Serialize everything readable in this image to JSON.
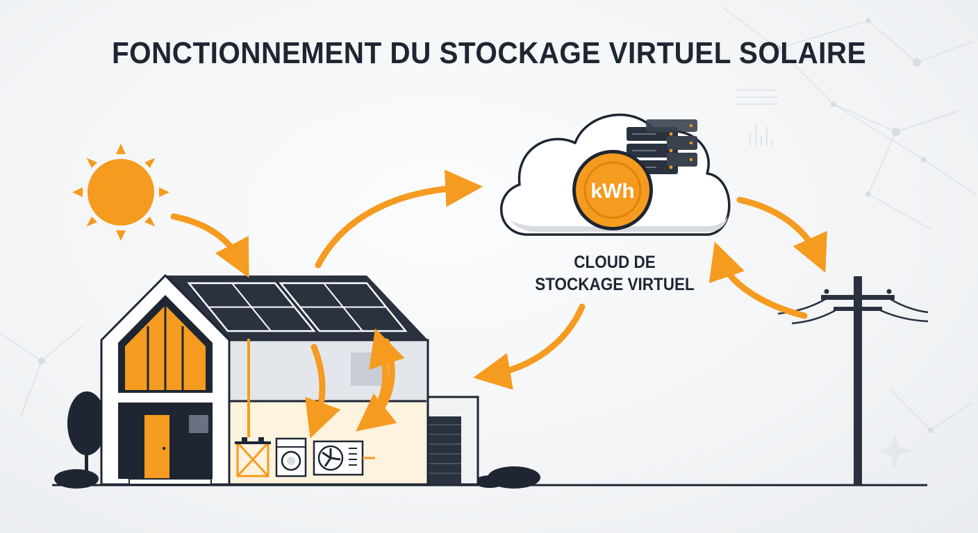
{
  "title": "FONCTIONNEMENT DU STOCKAGE VIRTUEL SOLAIRE",
  "cloud": {
    "label_line1": "CLOUD DE",
    "label_line2": "STOCKAGE VIRTUEL",
    "coin_label": "kWh"
  },
  "colors": {
    "accent": "#f59b1f",
    "dark": "#1e2633",
    "background": "#f2f4f6"
  },
  "icons": [
    "sun-icon",
    "cloud-icon",
    "server-icon",
    "kwh-coin-icon",
    "house-icon",
    "solar-panel-icon",
    "battery-icon",
    "washing-machine-icon",
    "heat-pump-icon",
    "utility-pole-icon"
  ]
}
